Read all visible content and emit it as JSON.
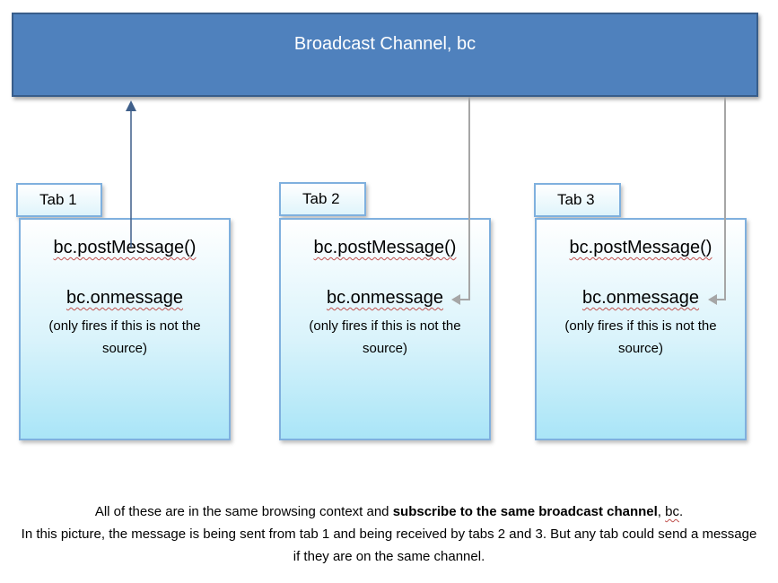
{
  "channel": {
    "title": "Broadcast Channel, bc"
  },
  "tabs": [
    {
      "label": "Tab 1",
      "post": "bc.postMessage()",
      "onmessage": "bc.onmessage",
      "note": "(only fires if this is not the source)"
    },
    {
      "label": "Tab 2",
      "post": "bc.postMessage()",
      "onmessage": "bc.onmessage",
      "note": "(only fires if this is not the source)"
    },
    {
      "label": "Tab 3",
      "post": "bc.postMessage()",
      "onmessage": "bc.onmessage",
      "note": "(only fires if this is not the source)"
    }
  ],
  "caption": {
    "line1_a": "All of these are in the same browsing context and ",
    "line1_bold": "subscribe to the same broadcast channel",
    "line1_b": ", ",
    "line1_c": "bc",
    "line1_d": ".",
    "line2": "In this picture, the message is being sent from tab 1 and being received by tabs 2 and 3. But any tab could send a message if they are on the same channel."
  },
  "colors": {
    "channel_fill": "#4f81bd",
    "tab_border": "#7fb0de",
    "send_arrow": "#3f5f8a",
    "receive_arrow": "#a6a6a6"
  }
}
